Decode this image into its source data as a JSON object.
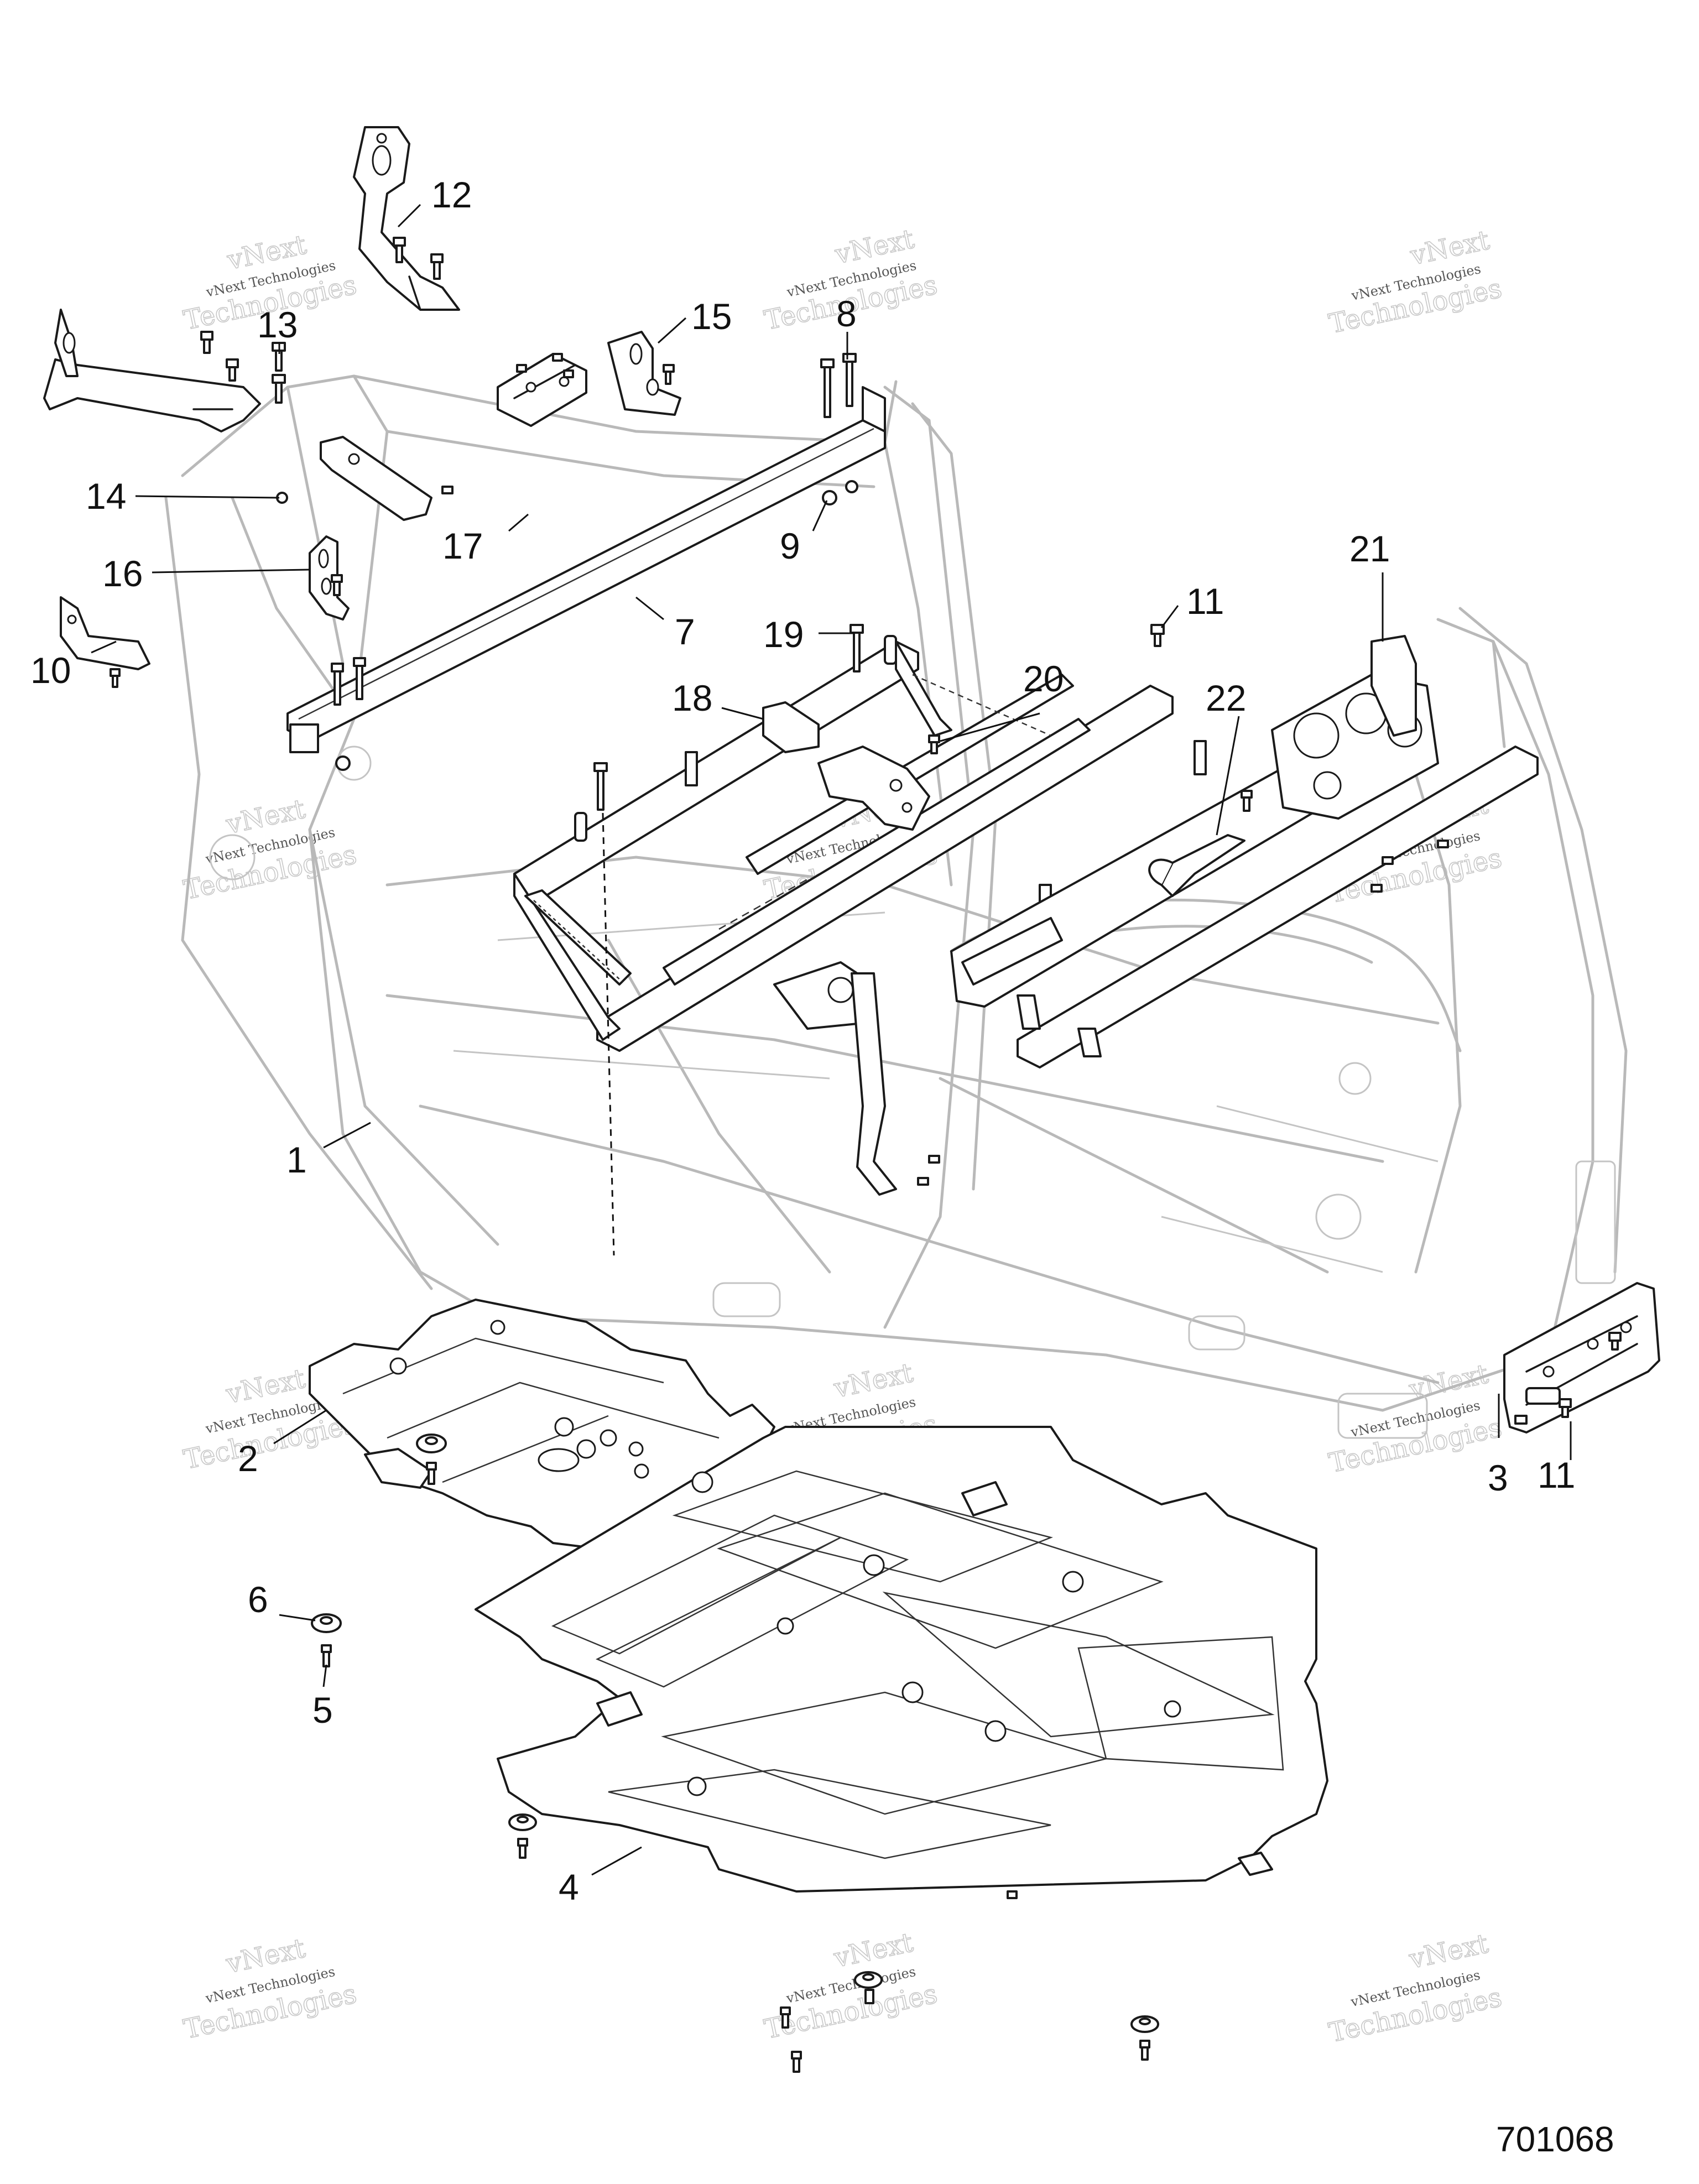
{
  "figure_number": "701068",
  "watermark": {
    "line1": "vNext Technologies",
    "line2": "vNext",
    "line3": "Technologies"
  },
  "callouts": [
    {
      "id": "1",
      "label": "1"
    },
    {
      "id": "2",
      "label": "2"
    },
    {
      "id": "3",
      "label": "3"
    },
    {
      "id": "4",
      "label": "4"
    },
    {
      "id": "5",
      "label": "5"
    },
    {
      "id": "6",
      "label": "6"
    },
    {
      "id": "7",
      "label": "7"
    },
    {
      "id": "8",
      "label": "8"
    },
    {
      "id": "9",
      "label": "9"
    },
    {
      "id": "10",
      "label": "10"
    },
    {
      "id": "11a",
      "label": "11"
    },
    {
      "id": "11b",
      "label": "11"
    },
    {
      "id": "12",
      "label": "12"
    },
    {
      "id": "13",
      "label": "13"
    },
    {
      "id": "14",
      "label": "14"
    },
    {
      "id": "15",
      "label": "15"
    },
    {
      "id": "16",
      "label": "16"
    },
    {
      "id": "17",
      "label": "17"
    },
    {
      "id": "18",
      "label": "18"
    },
    {
      "id": "19",
      "label": "19"
    },
    {
      "id": "20",
      "label": "20"
    },
    {
      "id": "21",
      "label": "21"
    },
    {
      "id": "22",
      "label": "22"
    }
  ]
}
